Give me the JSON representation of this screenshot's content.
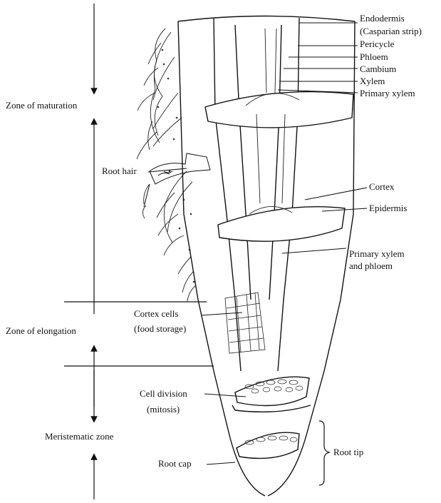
{
  "title": "",
  "zones": {
    "maturation": "Zone of maturation",
    "elongation": "Zone of elongation",
    "meristematic": "Meristematic zone"
  },
  "labels": {
    "endodermis": "Endodermis",
    "casparian": "(Casparian strip)",
    "pericycle": "Pericycle",
    "phloem": "Phloem",
    "cambium": "Cambium",
    "xylem": "Xylem",
    "primary_xylem": "Primary xylem",
    "root_hair": "Root hair",
    "cortex": "Cortex",
    "epidermis": "Epidermis",
    "primary_xylem_phloem_1": "Primary xylem",
    "primary_xylem_phloem_2": "and phloem",
    "cortex_cells_1": "Cortex cells",
    "cortex_cells_2": "(food storage)",
    "cell_division_1": "Cell division",
    "cell_division_2": "(mitosis)",
    "root_cap": "Root cap",
    "root_tip": "Root tip"
  }
}
